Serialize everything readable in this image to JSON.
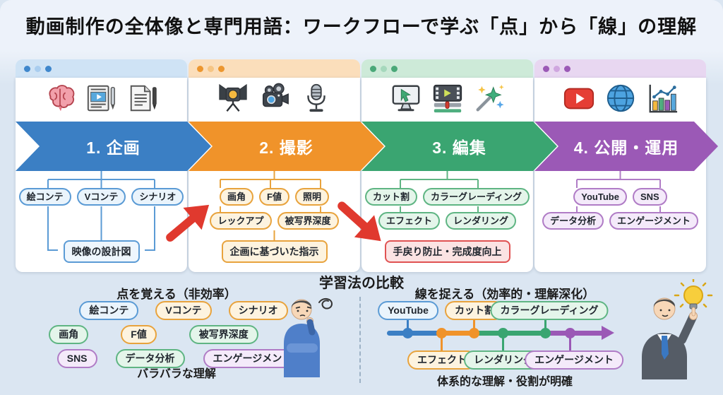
{
  "title": "動画制作の全体像と専門用語：ワークフローで学ぶ「点」から「線」の理解",
  "colors": {
    "stage1_blue": "#3b7fc4",
    "stage2_orange": "#f0932a",
    "stage3_green": "#3aa571",
    "stage4_purple": "#9b59b6",
    "red_arrow": "#e0392e",
    "background": "#dbe6f2"
  },
  "stages": [
    {
      "label": "1. 企画",
      "icons": [
        "brain-icon",
        "storyboard-video-icon",
        "script-pen-icon"
      ],
      "terms": [
        "絵コンテ",
        "Vコンテ",
        "シナリオ"
      ],
      "terms2": [],
      "outcome": "映像の設計図"
    },
    {
      "label": "2. 撮影",
      "icons": [
        "studio-light-icon",
        "video-camera-icon",
        "microphone-icon"
      ],
      "terms": [
        "画角",
        "F値",
        "照明"
      ],
      "terms2": [
        "レックアプ",
        "被写界深度"
      ],
      "outcome": "企画に基づいた指示"
    },
    {
      "label": "3. 編集",
      "icons": [
        "monitor-cursor-icon",
        "timeline-playhead-icon",
        "magic-wand-icon"
      ],
      "terms": [
        "カット割",
        "カラーグレーディング"
      ],
      "terms2": [
        "エフェクト",
        "レンダリング"
      ],
      "outcome": "手戻り防止・完成度向上"
    },
    {
      "label": "4. 公開・運用",
      "icons": [
        "youtube-icon",
        "globe-icon",
        "analytics-chart-icon"
      ],
      "terms": [
        "YouTube",
        "SNS"
      ],
      "terms2": [
        "データ分析",
        "エンゲージメント"
      ],
      "outcome": ""
    }
  ],
  "comparison": {
    "title": "学習法の比較",
    "left": {
      "title": "点を覚える（非効率）",
      "rows": [
        [
          {
            "label": "絵コンテ",
            "color": "blue"
          },
          {
            "label": "Vコンテ",
            "color": "orange"
          },
          {
            "label": "シナリオ",
            "color": "orange"
          }
        ],
        [
          {
            "label": "画角",
            "color": "green"
          },
          {
            "label": "F値",
            "color": "orange"
          },
          {
            "label": "被写界深度",
            "color": "green"
          }
        ],
        [
          {
            "label": "SNS",
            "color": "purple"
          },
          {
            "label": "データ分析",
            "color": "green"
          },
          {
            "label": "エンゲージメント",
            "color": "purple"
          }
        ]
      ],
      "caption": "バラバラな理解"
    },
    "right": {
      "title": "線を捉える（効率的・理解深化）",
      "top": [
        "YouTube",
        "カット割",
        "カラーグレーディング"
      ],
      "bottom": [
        "エフェクト",
        "レンダリング",
        "エンゲージメント"
      ],
      "caption": "体系的な理解・役割が明確"
    }
  }
}
